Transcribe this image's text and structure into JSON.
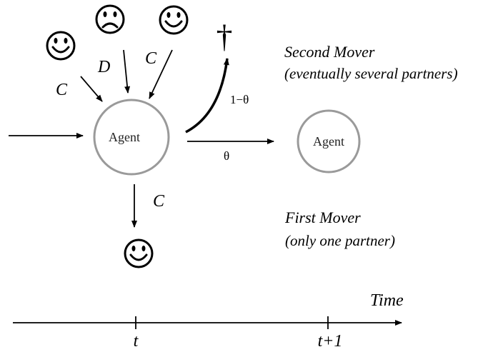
{
  "diagram": {
    "agent_label_left": "Agent",
    "agent_label_right": "Agent",
    "edge_labels": {
      "c_left": "C",
      "d_top": "D",
      "c_top_right": "C",
      "c_bottom": "C",
      "one_minus_theta": "1−θ",
      "theta": "θ"
    },
    "death_symbol": "†",
    "second_mover": {
      "title": "Second Mover",
      "subtitle": "(eventually several partners)"
    },
    "first_mover": {
      "title": "First Mover",
      "subtitle": "(only one partner)"
    },
    "timeline": {
      "axis_label": "Time",
      "tick_t": "t",
      "tick_t1": "t+1"
    },
    "faces": [
      {
        "name": "happy-face-left-icon",
        "mood": "happy"
      },
      {
        "name": "sad-face-icon",
        "mood": "sad"
      },
      {
        "name": "happy-face-right-icon",
        "mood": "happy"
      },
      {
        "name": "happy-face-bottom-icon",
        "mood": "happy"
      }
    ]
  }
}
